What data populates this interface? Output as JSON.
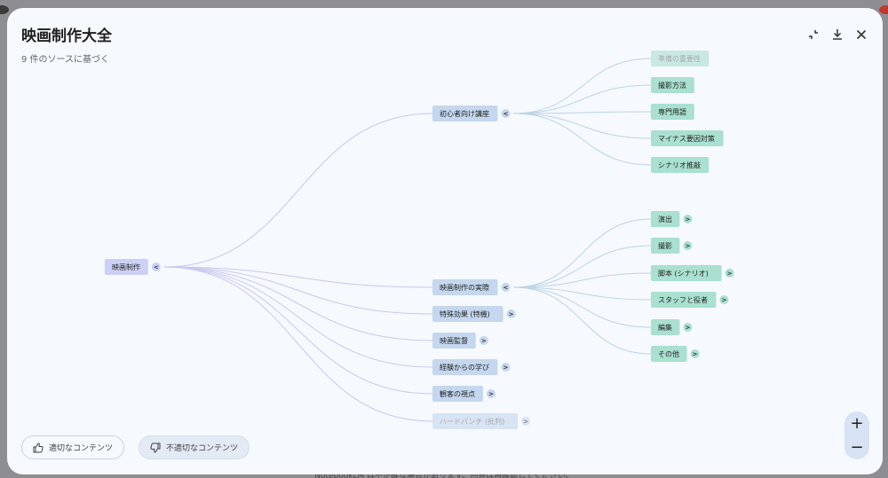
{
  "header": {
    "title": "映画制作大全",
    "subtitle": "9 件のソースに基づく"
  },
  "toolbar": {
    "collapse_icon": "collapse-icon",
    "download_icon": "download-icon",
    "close_icon": "close-icon"
  },
  "mindmap": {
    "root": {
      "label": "映画制作",
      "toggle": "<"
    },
    "children": [
      {
        "label": "初心者向け講座",
        "toggle": "<",
        "faded": false,
        "children": [
          {
            "label": "準備の重要性",
            "faded": true
          },
          {
            "label": "撮影方法",
            "faded": false
          },
          {
            "label": "専門用語",
            "faded": false
          },
          {
            "label": "マイナス要因対策",
            "faded": false
          },
          {
            "label": "シナリオ推敲",
            "faded": false
          }
        ]
      },
      {
        "label": "映画制作の実際",
        "toggle": "<",
        "faded": false,
        "children": [
          {
            "label": "演出",
            "toggle": ">"
          },
          {
            "label": "撮影",
            "toggle": ">"
          },
          {
            "label": "脚本 (シナリオ)",
            "toggle": ">"
          },
          {
            "label": "スタッフと役者",
            "toggle": ">"
          },
          {
            "label": "編集",
            "toggle": ">"
          },
          {
            "label": "その他",
            "toggle": ">"
          }
        ]
      },
      {
        "label": "特殊効果 (特機)",
        "toggle": ">",
        "faded": false
      },
      {
        "label": "映画監督",
        "toggle": ">",
        "faded": false
      },
      {
        "label": "経験からの学び",
        "toggle": ">",
        "faded": false
      },
      {
        "label": "観客の視点",
        "toggle": ">",
        "faded": false
      },
      {
        "label": "ハードパンチ (批判)",
        "toggle": ">",
        "faded": true
      }
    ]
  },
  "feedback": {
    "good_label": "適切なコンテンツ",
    "bad_label": "不適切なコンテンツ"
  },
  "zoom": {
    "in_label": "+",
    "out_label": "−"
  },
  "footer": {
    "disclaimer": "NotebookLM は不正確な場合があります。回答は再確認してください。"
  },
  "colors": {
    "root_fill": "#cdd0f6",
    "level1_fill": "#c4d7ee",
    "level2_fill": "#a9e0cf",
    "link_root": "#c7c9ef",
    "link_level1": "#bcd3e6"
  }
}
